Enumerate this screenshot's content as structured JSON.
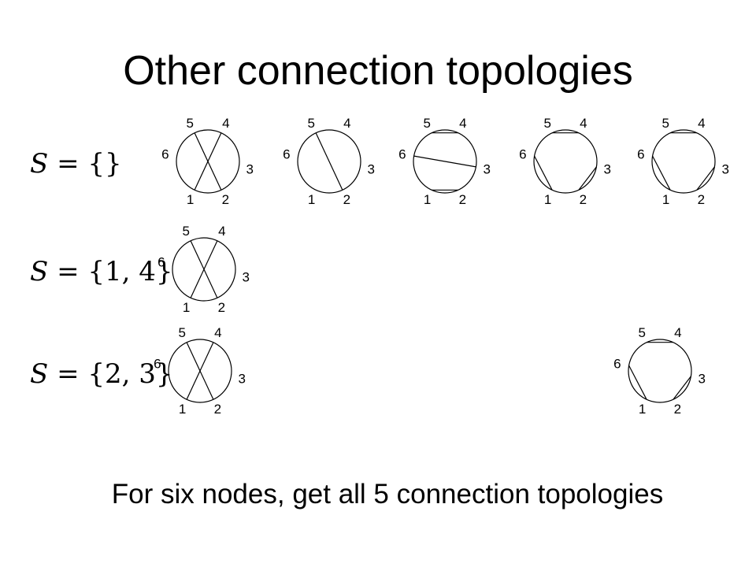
{
  "title": "Other connection topologies",
  "caption": "For six nodes, get all 5 connection topologies",
  "rows": [
    {
      "set_symbol": "S",
      "equals": "=",
      "set_value": "{}"
    },
    {
      "set_symbol": "S",
      "equals": "=",
      "set_value": "{1, 4}"
    },
    {
      "set_symbol": "S",
      "equals": "=",
      "set_value": "{2, 3}"
    }
  ],
  "node_labels": [
    "1",
    "2",
    "3",
    "4",
    "5",
    "6"
  ],
  "diagrams": [
    {
      "row": 0,
      "slot": 0,
      "chords": [
        [
          1,
          4
        ],
        [
          2,
          5
        ]
      ]
    },
    {
      "row": 0,
      "slot": 1,
      "chords": [
        [
          2,
          5
        ]
      ]
    },
    {
      "row": 0,
      "slot": 2,
      "chords": [
        [
          4,
          5
        ],
        [
          3,
          6
        ],
        [
          1,
          2
        ]
      ]
    },
    {
      "row": 0,
      "slot": 3,
      "chords": [
        [
          4,
          5
        ],
        [
          6,
          1
        ],
        [
          2,
          3
        ]
      ]
    },
    {
      "row": 0,
      "slot": 4,
      "chords": [
        [
          4,
          5
        ],
        [
          3,
          2
        ],
        [
          6,
          1
        ]
      ]
    },
    {
      "row": 1,
      "slot": 0,
      "chords": [
        [
          1,
          4
        ],
        [
          2,
          5
        ]
      ]
    },
    {
      "row": 2,
      "slot": 0,
      "chords": [
        [
          1,
          4
        ],
        [
          2,
          5
        ]
      ]
    },
    {
      "row": 2,
      "slot": 4,
      "chords": [
        [
          4,
          5
        ],
        [
          6,
          1
        ],
        [
          2,
          3
        ]
      ]
    }
  ]
}
